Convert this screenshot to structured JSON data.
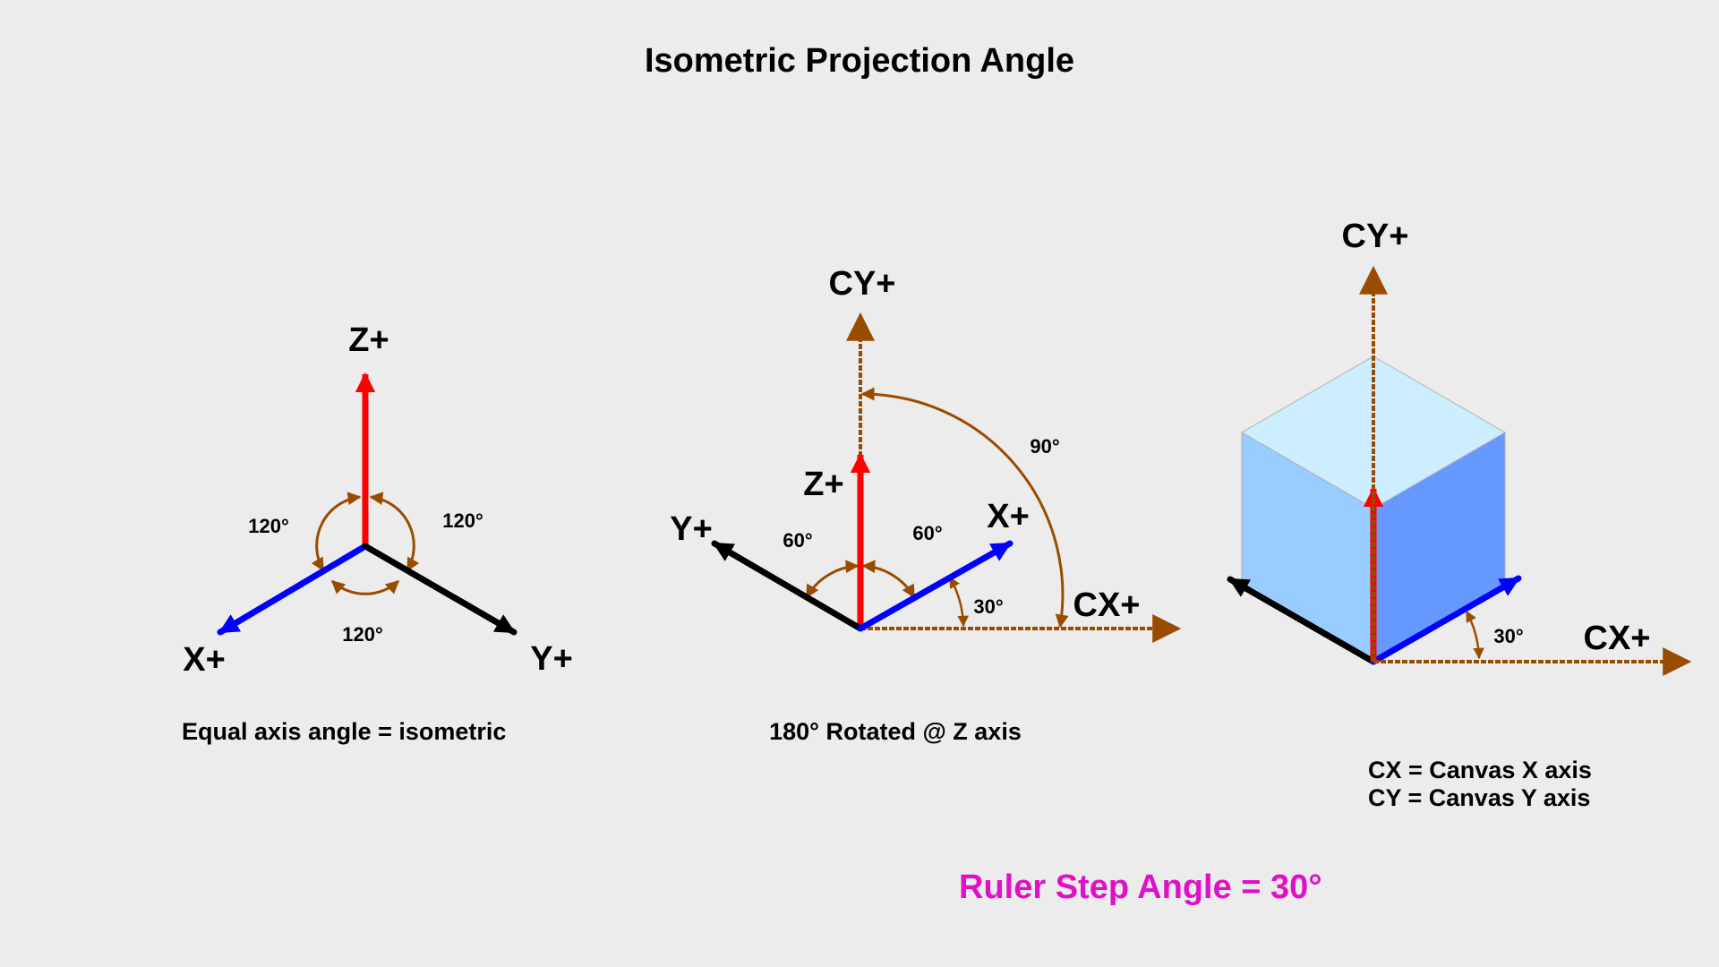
{
  "title": "Isometric Projection Angle",
  "colors": {
    "background": "#ececec",
    "z_axis": "#ff0000",
    "x_axis": "#0000ff",
    "y_axis": "#000000",
    "annotation": "#994c00",
    "ruler_text": "#e010c8",
    "cube_top": "#cceeff",
    "cube_left": "#99ccff",
    "cube_right": "#6699ff"
  },
  "diagram_equal_axes": {
    "labels": {
      "z": "Z+",
      "x": "X+",
      "y": "Y+"
    },
    "angles": {
      "upper_left": "120°",
      "upper_right": "120°",
      "bottom": "120°"
    },
    "caption": "Equal axis angle = isometric"
  },
  "diagram_rotated": {
    "labels": {
      "cy": "CY+",
      "cx": "CX+",
      "z": "Z+",
      "x": "X+",
      "y": "Y+"
    },
    "angles": {
      "left": "60°",
      "right": "60°",
      "quarter": "90°",
      "x_to_cx": "30°"
    },
    "caption": "180° Rotated @ Z axis"
  },
  "diagram_cube": {
    "labels": {
      "cy": "CY+",
      "cx": "CX+"
    },
    "angles": {
      "x_to_cx": "30°"
    }
  },
  "legend": {
    "line1": "CX = Canvas X axis",
    "line2": "CY = Canvas Y axis"
  },
  "ruler_step": "Ruler Step Angle = 30°"
}
